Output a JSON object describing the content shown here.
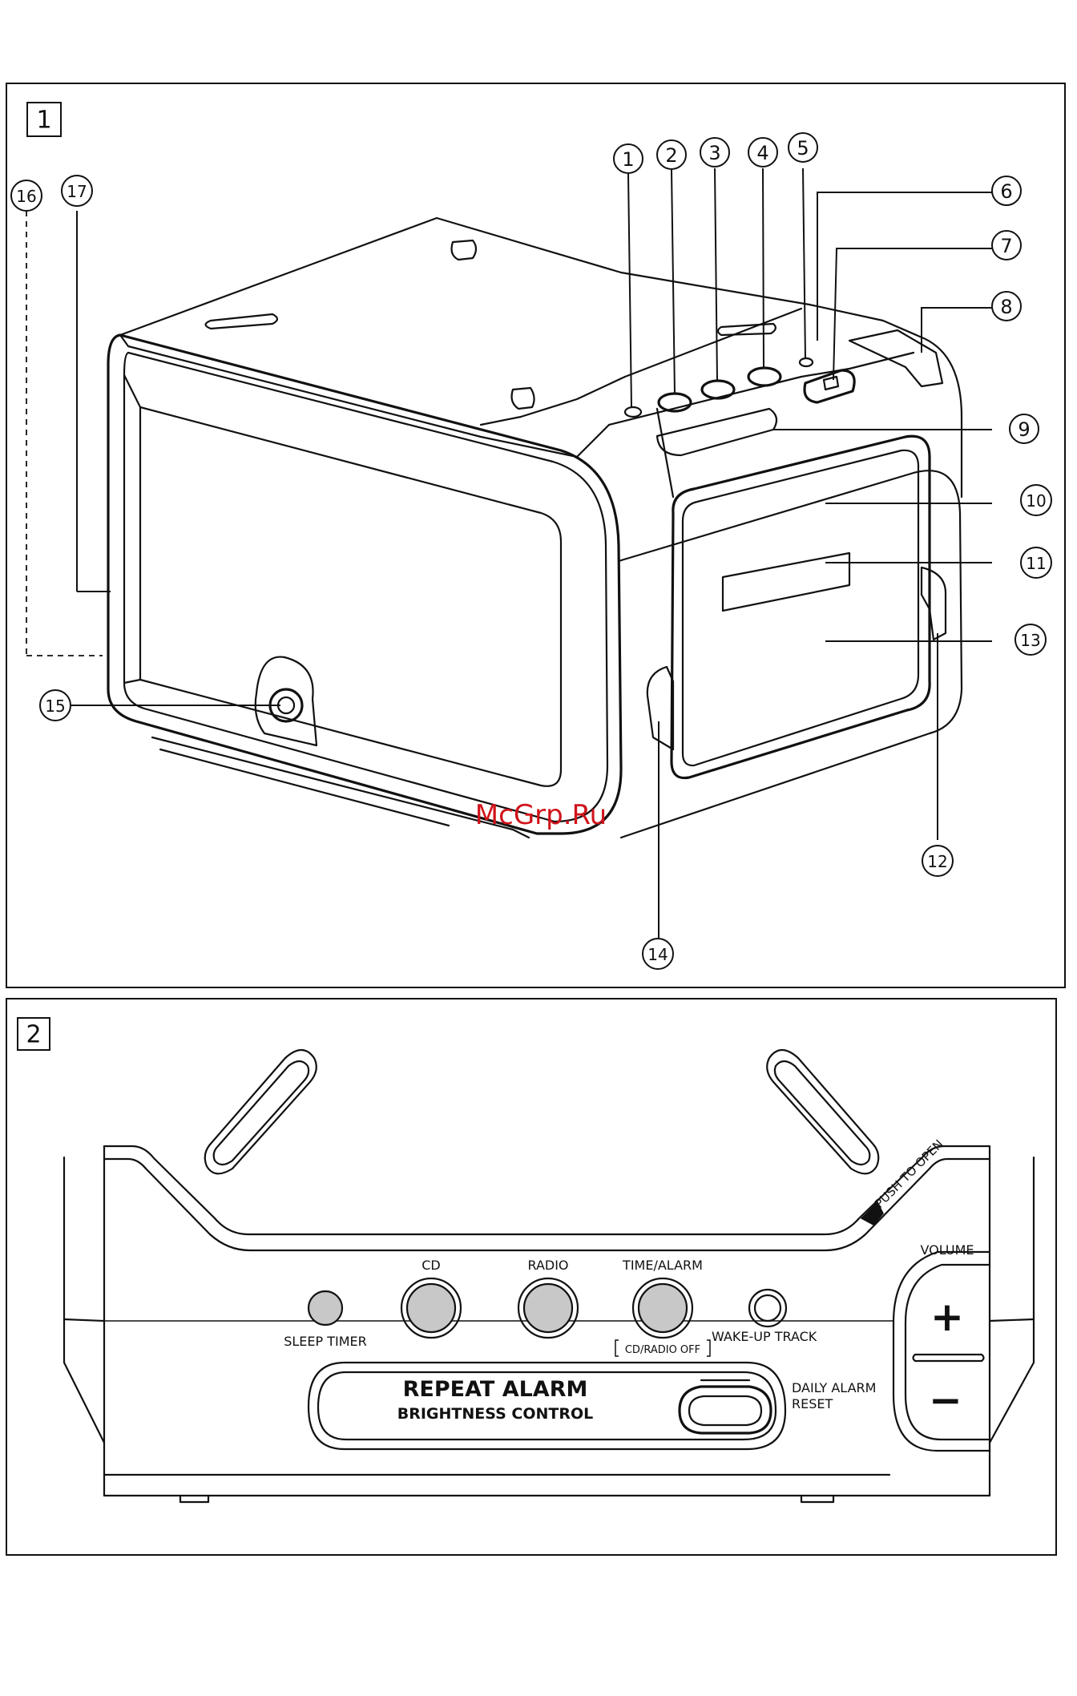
{
  "panels": [
    {
      "number": "1"
    },
    {
      "number": "2"
    }
  ],
  "callouts": [
    "1",
    "2",
    "3",
    "4",
    "5",
    "6",
    "7",
    "8",
    "9",
    "10",
    "11",
    "12",
    "13",
    "14",
    "15",
    "16",
    "17"
  ],
  "watermark": "McGrp.Ru",
  "control_panel": {
    "push_to_open": "PUSH TO OPEN",
    "volume": "VOLUME",
    "volume_plus": "+",
    "volume_minus": "−",
    "sleep_timer": "SLEEP TIMER",
    "cd": "CD",
    "radio": "RADIO",
    "time_alarm": "TIME/ALARM",
    "cd_radio_off": "CD/RADIO OFF",
    "wake_up_track": "WAKE-UP TRACK",
    "repeat_alarm": "REPEAT ALARM",
    "brightness_control": "BRIGHTNESS CONTROL",
    "daily_alarm": "DAILY ALARM",
    "reset": "RESET"
  },
  "colors": {
    "line": "#111111",
    "button_fill": "#c8c8c8",
    "watermark": "#d0131a"
  }
}
